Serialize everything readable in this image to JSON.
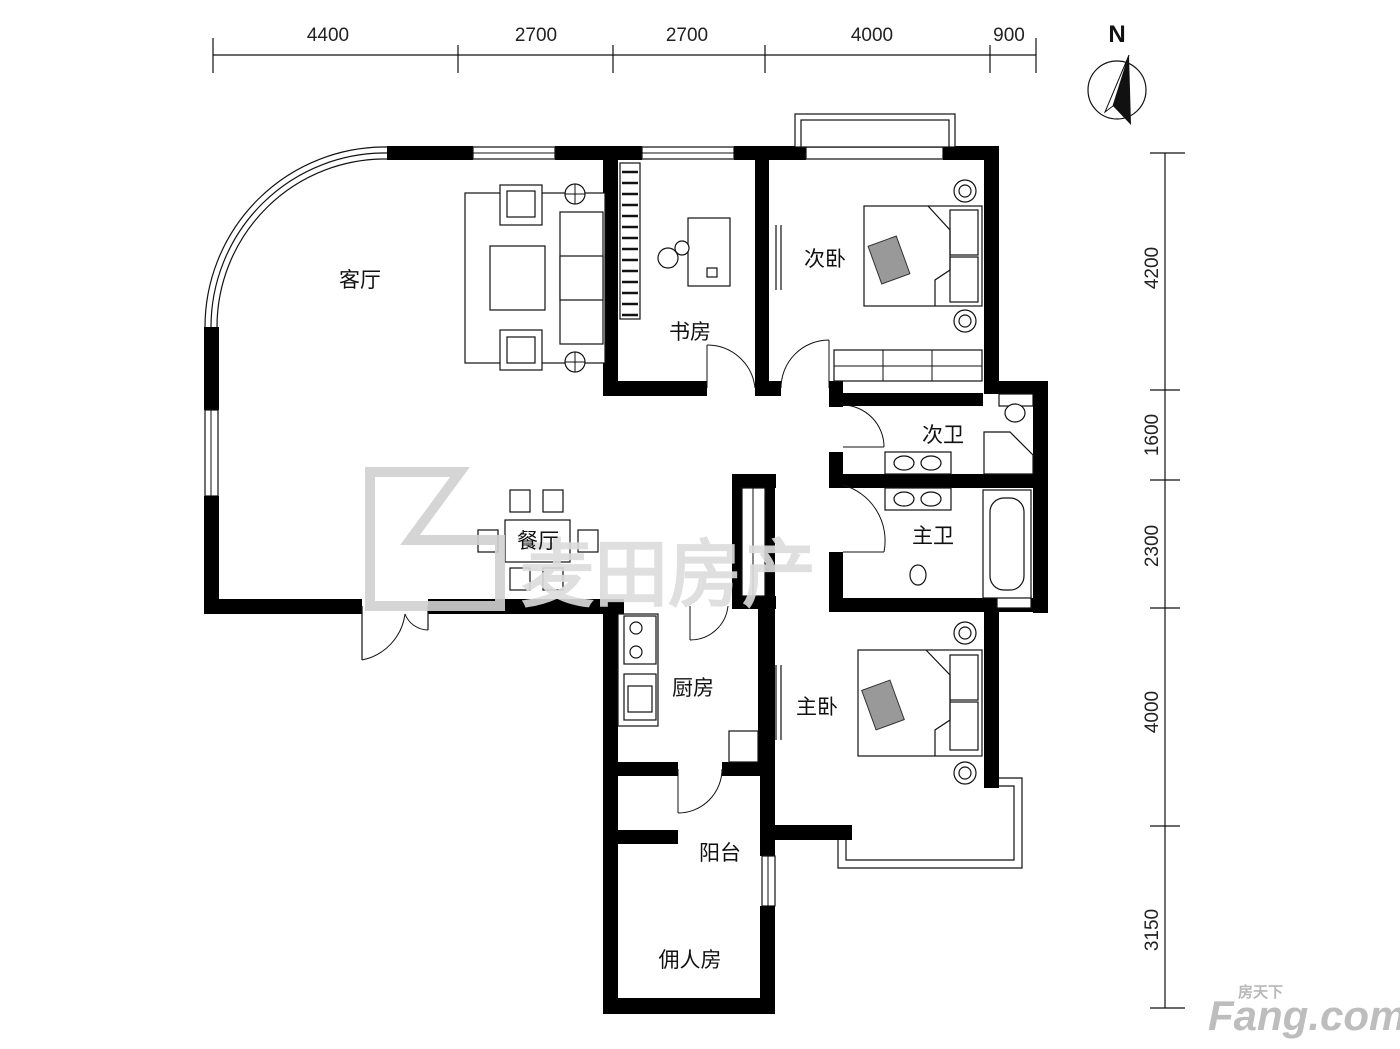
{
  "top_dimensions": [
    "4400",
    "2700",
    "2700",
    "4000",
    "900"
  ],
  "right_dimensions": [
    "4200",
    "1600",
    "2300",
    "4000",
    "3150"
  ],
  "compass": {
    "label": "N"
  },
  "rooms": {
    "living_room": "客厅",
    "study": "书房",
    "second_bedroom": "次卧",
    "second_bathroom": "次卫",
    "dining_room": "餐厅",
    "master_bathroom": "主卫",
    "kitchen": "厨房",
    "master_bedroom": "主卧",
    "balcony": "阳台",
    "maid_room": "佣人房"
  },
  "watermark": {
    "text": "麦田房产"
  },
  "logo": {
    "cn": "房天下",
    "en": "Fang.com"
  },
  "colors": {
    "wall": "#000000",
    "line": "#111111",
    "watermark": "#dcdcdc"
  }
}
